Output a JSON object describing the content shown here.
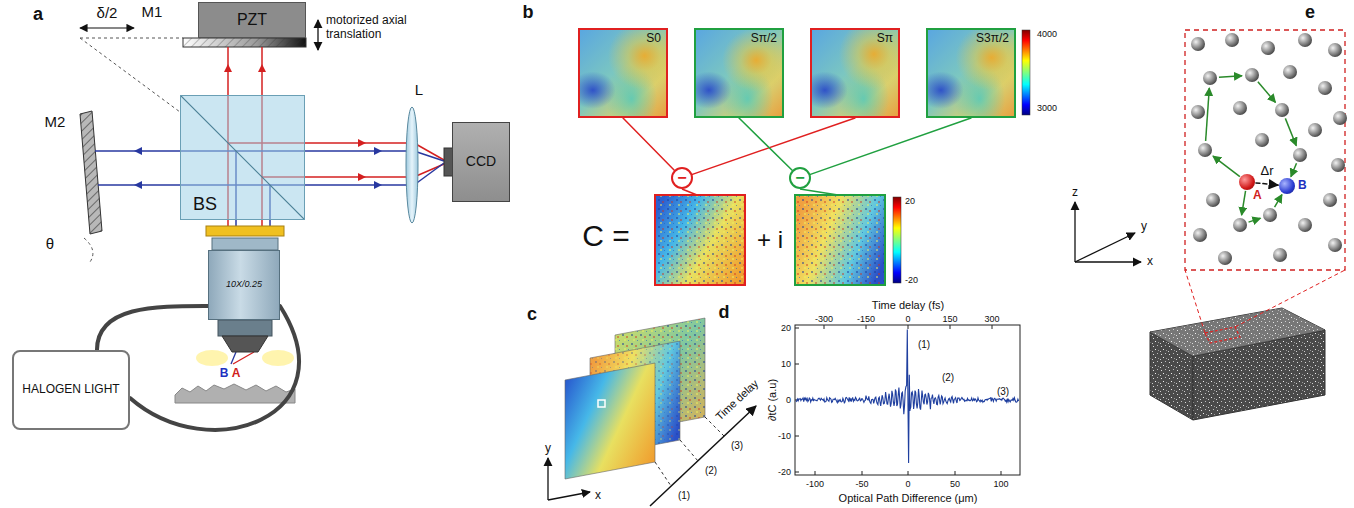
{
  "diagram": {
    "nodes": [
      {
        "text": [
          "PZT"
        ]
      },
      {
        "text": [
          "BS"
        ]
      },
      {
        "text": [
          "CCD"
        ]
      },
      {
        "text": [
          "10X/0.25"
        ]
      },
      {
        "text": [
          "HALOGEN LIGHT"
        ]
      },
      {
        "text": [
          "S0"
        ]
      },
      {
        "text": [
          "Sπ/2"
        ]
      },
      {
        "text": [
          "Sπ"
        ]
      },
      {
        "text": [
          "S3π/2"
        ]
      },
      {
        "text": [
          "−"
        ]
      },
      {
        "text": [
          "−"
        ]
      },
      {
        "text": [
          "A"
        ]
      },
      {
        "text": [
          "B"
        ]
      }
    ],
    "edges": [
      {
        "from": 5,
        "to": 9,
        "arrow": "none"
      },
      {
        "from": 7,
        "to": 9,
        "arrow": "none"
      },
      {
        "from": 6,
        "to": 10,
        "arrow": "none"
      },
      {
        "from": 8,
        "to": 10,
        "arrow": "none"
      },
      {
        "from": 11,
        "to": 12,
        "arrow": "to",
        "label": "Δr"
      },
      {
        "from": 4,
        "to": 3,
        "arrow": "none"
      },
      {
        "from": 4,
        "to": 3,
        "arrow": "none"
      }
    ],
    "labels": [
      "a",
      "δ/2",
      "M1",
      "motorized axial translation",
      "M2",
      "θ",
      "L",
      "B",
      "A",
      "b",
      "4000",
      "3000",
      "C =",
      "+ i",
      "20",
      "-20",
      "c",
      "x",
      "y",
      "Time delay",
      "(1)",
      "(2)",
      "(3)",
      "d",
      "Time delay (fs)",
      "-300",
      "-150",
      "0",
      "150",
      "300",
      "∂tC (a.u)",
      "20",
      "10",
      "0",
      "-10",
      "-20",
      "Optical Path Difference (μm)",
      "-100",
      "-50",
      "0",
      "50",
      "100",
      "(1)",
      "(2)",
      "(3)",
      "e",
      "z",
      "y",
      "x"
    ]
  }
}
